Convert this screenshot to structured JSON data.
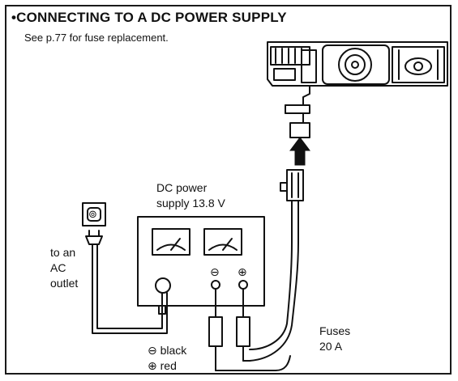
{
  "heading": {
    "bullet": "•",
    "title": "CONNECTING TO A DC POWER SUPPLY",
    "note": "See p.77 for fuse replacement."
  },
  "labels": {
    "psu_line1": "DC power",
    "psu_line2": "supply 13.8 V",
    "ac_line1": "to an",
    "ac_line2": "AC",
    "ac_line3": "outlet",
    "fuse_line1": "Fuses",
    "fuse_line2": "20 A",
    "wire_black": "⊖ black",
    "wire_red": "⊕ red",
    "terminal_neg": "⊖",
    "terminal_pos": "⊕",
    "outlet_glyph": "⊚"
  }
}
